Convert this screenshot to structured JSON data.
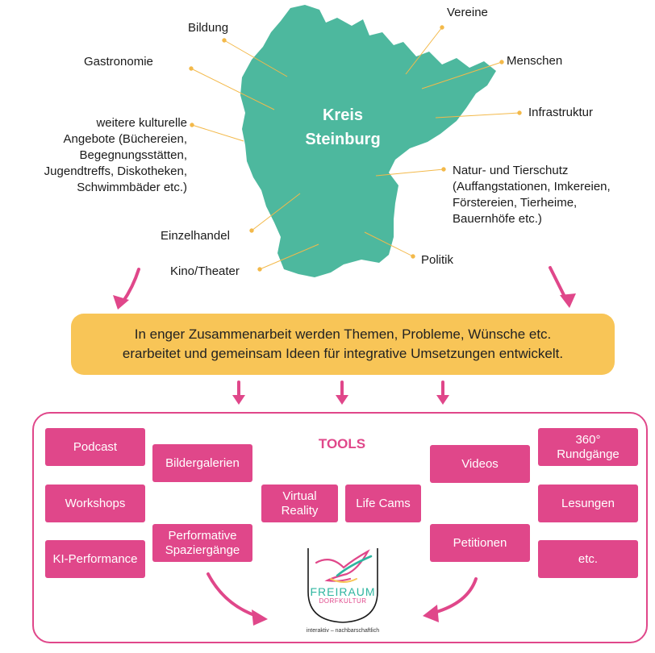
{
  "map": {
    "title_line1": "Kreis",
    "title_line2": "Steinburg",
    "fill_color": "#4db89e"
  },
  "labels": {
    "bildung": "Bildung",
    "gastronomie": "Gastronomie",
    "kulturelle": [
      "weitere kulturelle",
      "Angebote (Büchereien,",
      "Begegnungsstätten,",
      "Jugendtreffs, Diskotheken,",
      "Schwimmbäder etc.)"
    ],
    "einzelhandel": "Einzelhandel",
    "kino": "Kino/Theater",
    "vereine": "Vereine",
    "menschen": "Menschen",
    "infrastruktur": "Infrastruktur",
    "natur": [
      "Natur- und Tierschutz",
      "(Auffangstationen, Imkereien,",
      "Förstereien, Tierheime,",
      "Bauernhöfe etc.)"
    ],
    "politik": "Politik"
  },
  "banner": {
    "line1": "In enger Zusammenarbeit werden Themen, Probleme, Wünsche etc.",
    "line2": "erarbeitet und gemeinsam Ideen für integrative Umsetzungen entwickelt.",
    "color": "#f8c557"
  },
  "tools": {
    "title": "TOOLS",
    "color": "#e0478a",
    "podcast": "Podcast",
    "bildergalerien": "Bildergalerien",
    "workshops": "Workshops",
    "virtual": [
      "Virtual",
      "Reality"
    ],
    "lifecams": "Life Cams",
    "performative": [
      "Performative",
      "Spaziergänge"
    ],
    "ki": "KI-Performance",
    "videos": "Videos",
    "rundgaenge": [
      "360°",
      "Rundgänge"
    ],
    "lesungen": "Lesungen",
    "petitionen": "Petitionen",
    "etc": "etc."
  },
  "logo": {
    "name": "FREIRAUM",
    "sub": "DORFKULTUR",
    "tagline": "interaktiv – nachbarschaftlich",
    "accent_teal": "#2fb5a0"
  },
  "icons": {
    "arrow": "curved-arrow-icon",
    "logo": "bird-hand-logo-icon"
  }
}
